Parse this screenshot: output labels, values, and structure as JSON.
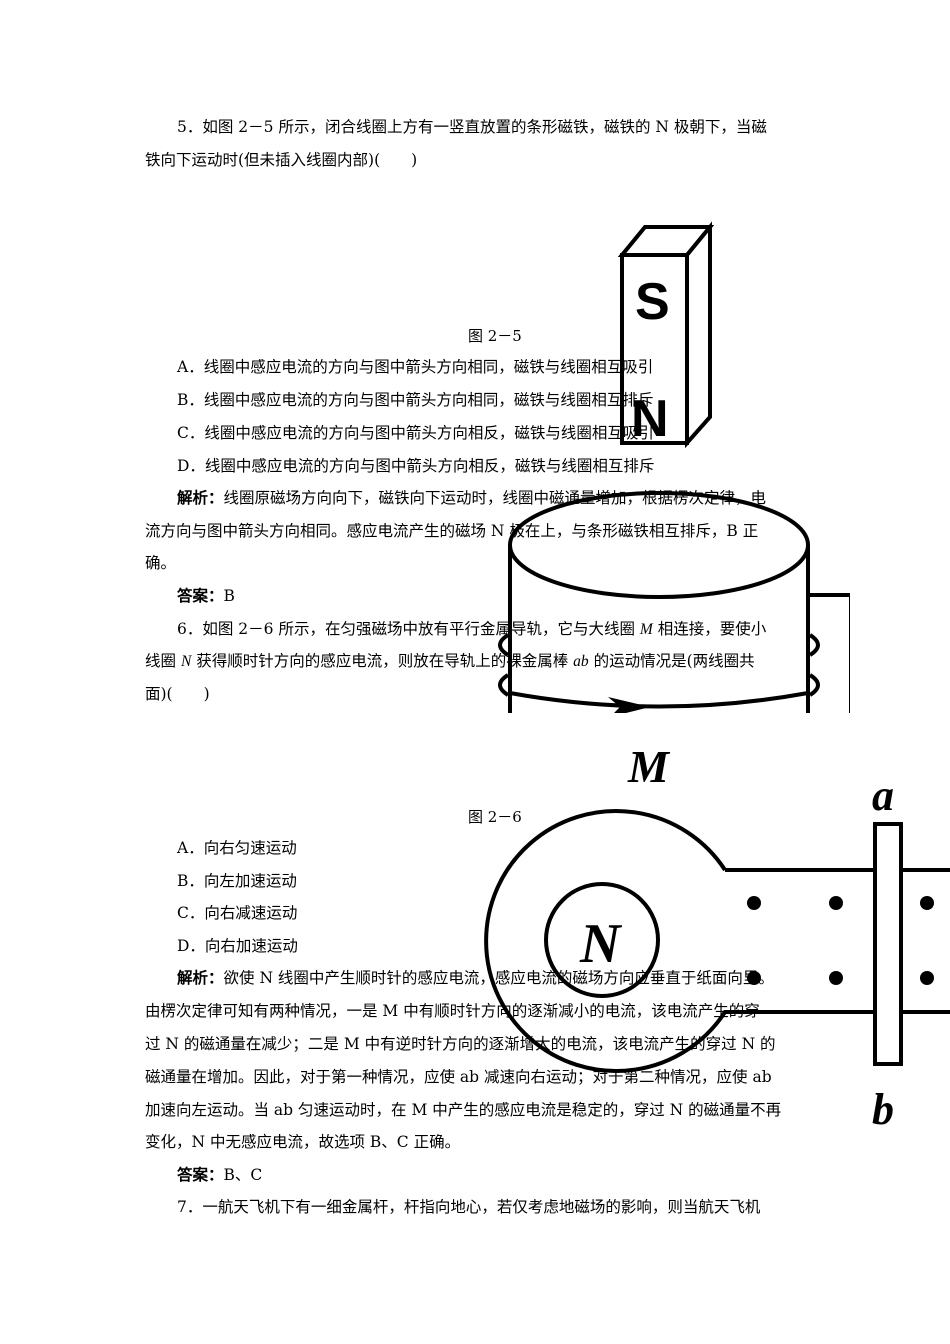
{
  "q5": {
    "stem_l1": "5．如图 2－5 所示，闭合线圈上方有一竖直放置的条形磁铁，磁铁的 N 极朝下，当磁",
    "stem_l2": "铁向下运动时(但未插入线圈内部)(　　)",
    "figure_caption": "图 2－5",
    "fig_labels": {
      "s": "S",
      "n": "N"
    },
    "options": [
      "A．线圈中感应电流的方向与图中箭头方向相同，磁铁与线圈相互吸引",
      "B．线圈中感应电流的方向与图中箭头方向相同，磁铁与线圈相互排斥",
      "C．线圈中感应电流的方向与图中箭头方向相反，磁铁与线圈相互吸引",
      "D．线圈中感应电流的方向与图中箭头方向相反，磁铁与线圈相互排斥"
    ],
    "analysis_label": "解析：",
    "analysis_l1": "线圈原磁场方向向下，磁铁向下运动时，线圈中磁通量增加，根据楞次定律，电",
    "analysis_l2": "流方向与图中箭头方向相同。感应电流产生的磁场 N 极在上，与条形磁铁相互排斥，B 正",
    "analysis_l3": "确。",
    "answer_label": "答案：",
    "answer": "B"
  },
  "q6": {
    "stem_l1a": "6．如图 2－6 所示，在匀强磁场中放有平行金属导轨，它与大线圈 ",
    "stem_l1b": "M",
    "stem_l1c": " 相连接，要使小",
    "stem_l2a": "线圈 ",
    "stem_l2b": "N",
    "stem_l2c": " 获得顺时针方向的感应电流，则放在导轨上的裸金属棒 ",
    "stem_l2d": "ab",
    "stem_l2e": " 的运动情况是(两线圈共",
    "stem_l3": "面)(　　)",
    "figure_caption": "图 2－6",
    "fig_labels": {
      "m": "M",
      "n": "N",
      "a": "a",
      "b": "b"
    },
    "options": [
      "A．向右匀速运动",
      "B．向左加速运动",
      "C．向右减速运动",
      "D．向右加速运动"
    ],
    "analysis_label": "解析：",
    "analysis_l1": "欲使 N 线圈中产生顺时针的感应电流，感应电流的磁场方向应垂直于纸面向里。",
    "analysis_l2": "由楞次定律可知有两种情况，一是 M 中有顺时针方向的逐渐减小的电流，该电流产生的穿",
    "analysis_l3": "过 N 的磁通量在减少；二是 M 中有逆时针方向的逐渐增大的电流，该电流产生的穿过 N 的",
    "analysis_l4": "磁通量在增加。因此，对于第一种情况，应使 ab 减速向右运动；对于第二种情况，应使 ab",
    "analysis_l5": "加速向左运动。当 ab 匀速运动时，在 M 中产生的感应电流是稳定的，穿过 N 的磁通量不再",
    "analysis_l6": "变化，N 中无感应电流，故选项 B、C 正确。",
    "answer_label": "答案：",
    "answer": "B、C"
  },
  "q7": {
    "stem_l1": "7．一航天飞机下有一细金属杆，杆指向地心，若仅考虑地磁场的影响，则当航天飞机"
  }
}
